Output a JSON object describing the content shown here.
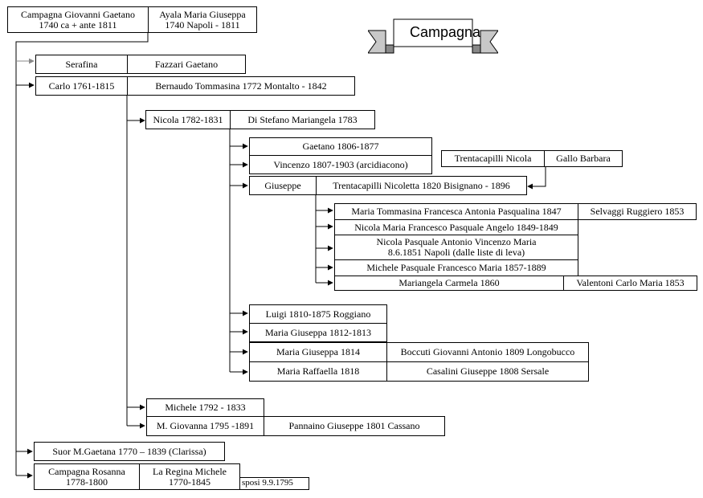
{
  "banner": {
    "title": "Campagna"
  },
  "root": {
    "husband": {
      "name": "Campagna Giovanni Gaetano",
      "dates": "1740 ca + ante 1811"
    },
    "wife": {
      "name": "Ayala Maria Giuseppa",
      "dates": "1740 Napoli - 1811"
    }
  },
  "gen1": {
    "serafina": {
      "name": "Serafina",
      "spouse": "Fazzari Gaetano"
    },
    "carlo": {
      "name": "Carlo 1761-1815",
      "spouse": "Bernaudo Tommasina 1772 Montalto - 1842"
    },
    "suor": {
      "name": "Suor M.Gaetana 1770 – 1839 (Clarissa)"
    },
    "rosanna": {
      "name": "Campagna Rosanna",
      "dates": "1778-1800",
      "spouse": "La Regina Michele",
      "spouse_dates": "1770-1845",
      "note": "sposi 9.9.1795"
    }
  },
  "gen2": {
    "nicola": {
      "name": "Nicola 1782-1831",
      "spouse": "Di Stefano Mariangela 1783"
    },
    "michele": {
      "name": "Michele 1792 - 1833"
    },
    "giovanna": {
      "name": "M. Giovanna 1795 -1891",
      "spouse": "Pannaino Giuseppe 1801 Cassano"
    }
  },
  "gen3": {
    "gaetano": {
      "name": "Gaetano 1806-1877"
    },
    "vincenzo": {
      "name": "Vincenzo 1807-1903 (arcidiacono)"
    },
    "giuseppe": {
      "name": "Giuseppe",
      "spouse": "Trentacapilli Nicoletta 1820 Bisignano - 1896"
    },
    "trentacapilli_parents": {
      "father": "Trentacapilli Nicola",
      "mother": "Gallo Barbara"
    },
    "luigi": {
      "name": "Luigi 1810-1875 Roggiano"
    },
    "maria_giuseppa_1812": {
      "name": "Maria Giuseppa 1812-1813"
    },
    "maria_giuseppa_1814": {
      "name": "Maria Giuseppa 1814",
      "spouse": "Boccuti Giovanni Antonio 1809 Longobucco"
    },
    "maria_raffaella": {
      "name": "Maria Raffaella 1818",
      "spouse": "Casalini  Giuseppe 1808 Sersale"
    }
  },
  "gen4": {
    "maria_tommasina": {
      "name": "Maria Tommasina Francesca Antonia Pasqualina 1847",
      "spouse": "Selvaggi Ruggiero  1853"
    },
    "nicola_maria": {
      "name": "Nicola Maria Francesco Pasquale Angelo 1849-1849"
    },
    "nicola_pasquale": {
      "line1": "Nicola Pasquale Antonio Vincenzo Maria",
      "line2": "8.6.1851 Napoli (dalle liste  di leva)"
    },
    "michele_pasquale": {
      "name": "Michele Pasquale Francesco Maria 1857-1889"
    },
    "mariangela": {
      "name": "Mariangela Carmela 1860",
      "spouse": "Valentoni Carlo Maria 1853"
    }
  }
}
